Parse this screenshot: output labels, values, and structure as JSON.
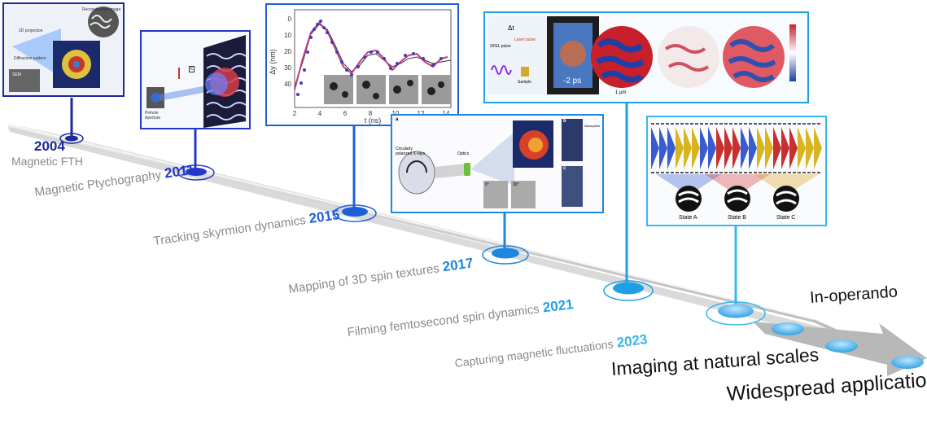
{
  "milestones": [
    {
      "year": "2004",
      "label": "Magnetic FTH",
      "year_color": "#1a2a9c"
    },
    {
      "year": "2011",
      "label": "Magnetic Ptychography",
      "year_color": "#2438c8"
    },
    {
      "year": "2015",
      "label": "Tracking skyrmion dynamics",
      "year_color": "#1e5fd8"
    },
    {
      "year": "2017",
      "label": "Mapping of 3D spin textures",
      "year_color": "#1f86e0"
    },
    {
      "year": "2021",
      "label": "Filming femtosecond spin dynamics",
      "year_color": "#1fa0e6"
    },
    {
      "year": "2023",
      "label": "Capturing magnetic fluctuations",
      "year_color": "#37b7ee"
    }
  ],
  "future": [
    "In-operando",
    "Imaging at natural scales",
    "Widespread application"
  ],
  "panels": {
    "fth": {
      "labels": [
        "2D projection",
        "Diffraction pattern",
        "Reconstructed image",
        "SEM"
      ]
    },
    "ptycho": {
      "labels": [
        "Pinhole Aperture",
        "k"
      ]
    },
    "skyrmion": {
      "ylabel": "Δy (nm)",
      "xlabel": "t (ns)",
      "yticks": [
        "0",
        "10",
        "20",
        "30",
        "40"
      ],
      "xticks": [
        "2",
        "4",
        "6",
        "8",
        "10",
        "12",
        "14"
      ]
    },
    "spin3d": {
      "labels": [
        "a",
        "b",
        "c",
        "Circularly polarized X-rays",
        "Optics",
        "Absorption",
        "0°",
        "30°"
      ]
    },
    "femto": {
      "labels": [
        "Δt",
        "XFEL pulse",
        "Laser pulse",
        "Sample",
        "-2 ps",
        "1 μm"
      ]
    },
    "fluct": {
      "states": [
        "State A",
        "State B",
        "State C"
      ]
    }
  },
  "colors": {
    "accent_dark": "#1a2a9c",
    "accent_light": "#37b7ee",
    "bar": "#cfcfcf"
  }
}
